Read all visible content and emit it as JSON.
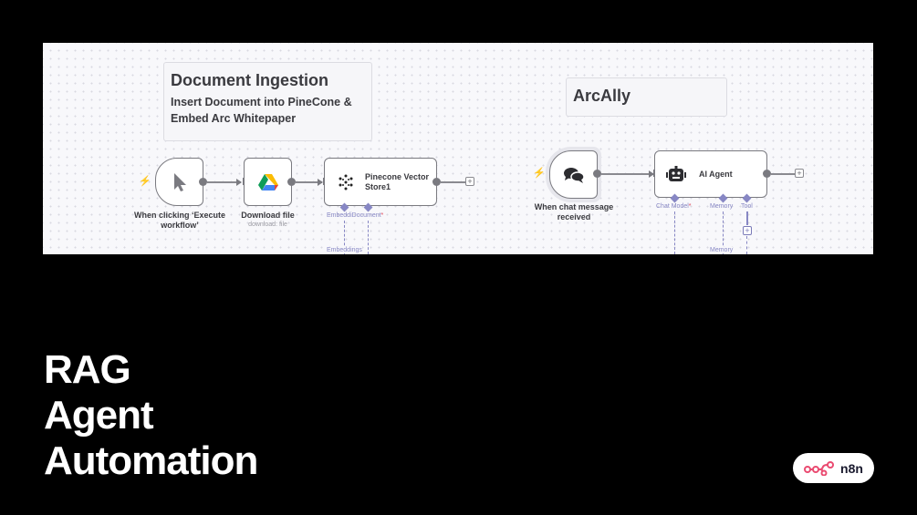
{
  "canvas": {
    "sticky_notes": [
      {
        "title": "Document Ingestion",
        "body_lines": [
          "Insert Document into PineCone &",
          "Embed Arc Whitepaper"
        ]
      },
      {
        "title": "ArcAlly"
      }
    ],
    "nodes": {
      "manual_trigger": {
        "label_lines": [
          "When clicking ‘Execute",
          "workflow’"
        ],
        "icon": "cursor-icon"
      },
      "download_file": {
        "label": "Download file",
        "subtitle": "download: file",
        "icon": "google-drive-icon"
      },
      "pinecone": {
        "label_lines": [
          "Pinecone Vector",
          "Store1"
        ],
        "icon": "pinecone-icon",
        "inputs": [
          {
            "label": "Embeddi"
          },
          {
            "label": "Document",
            "required": true
          }
        ],
        "dangling_label": "Embeddings"
      },
      "chat_trigger": {
        "label_lines": [
          "When chat message",
          "received"
        ],
        "icon": "chat-bubbles-icon"
      },
      "ai_agent": {
        "label": "AI Agent",
        "icon": "robot-icon",
        "inputs": [
          {
            "label": "Chat Model",
            "required": true
          },
          {
            "label": "Memory"
          },
          {
            "label": "Tool"
          }
        ],
        "dangling_label": "Memory"
      }
    },
    "required_marker": "*",
    "plus_glyph": "+"
  },
  "headline": [
    "RAG",
    "Agent",
    "Automation"
  ],
  "brand": {
    "name": "n8n",
    "color": "#ea4b71"
  }
}
